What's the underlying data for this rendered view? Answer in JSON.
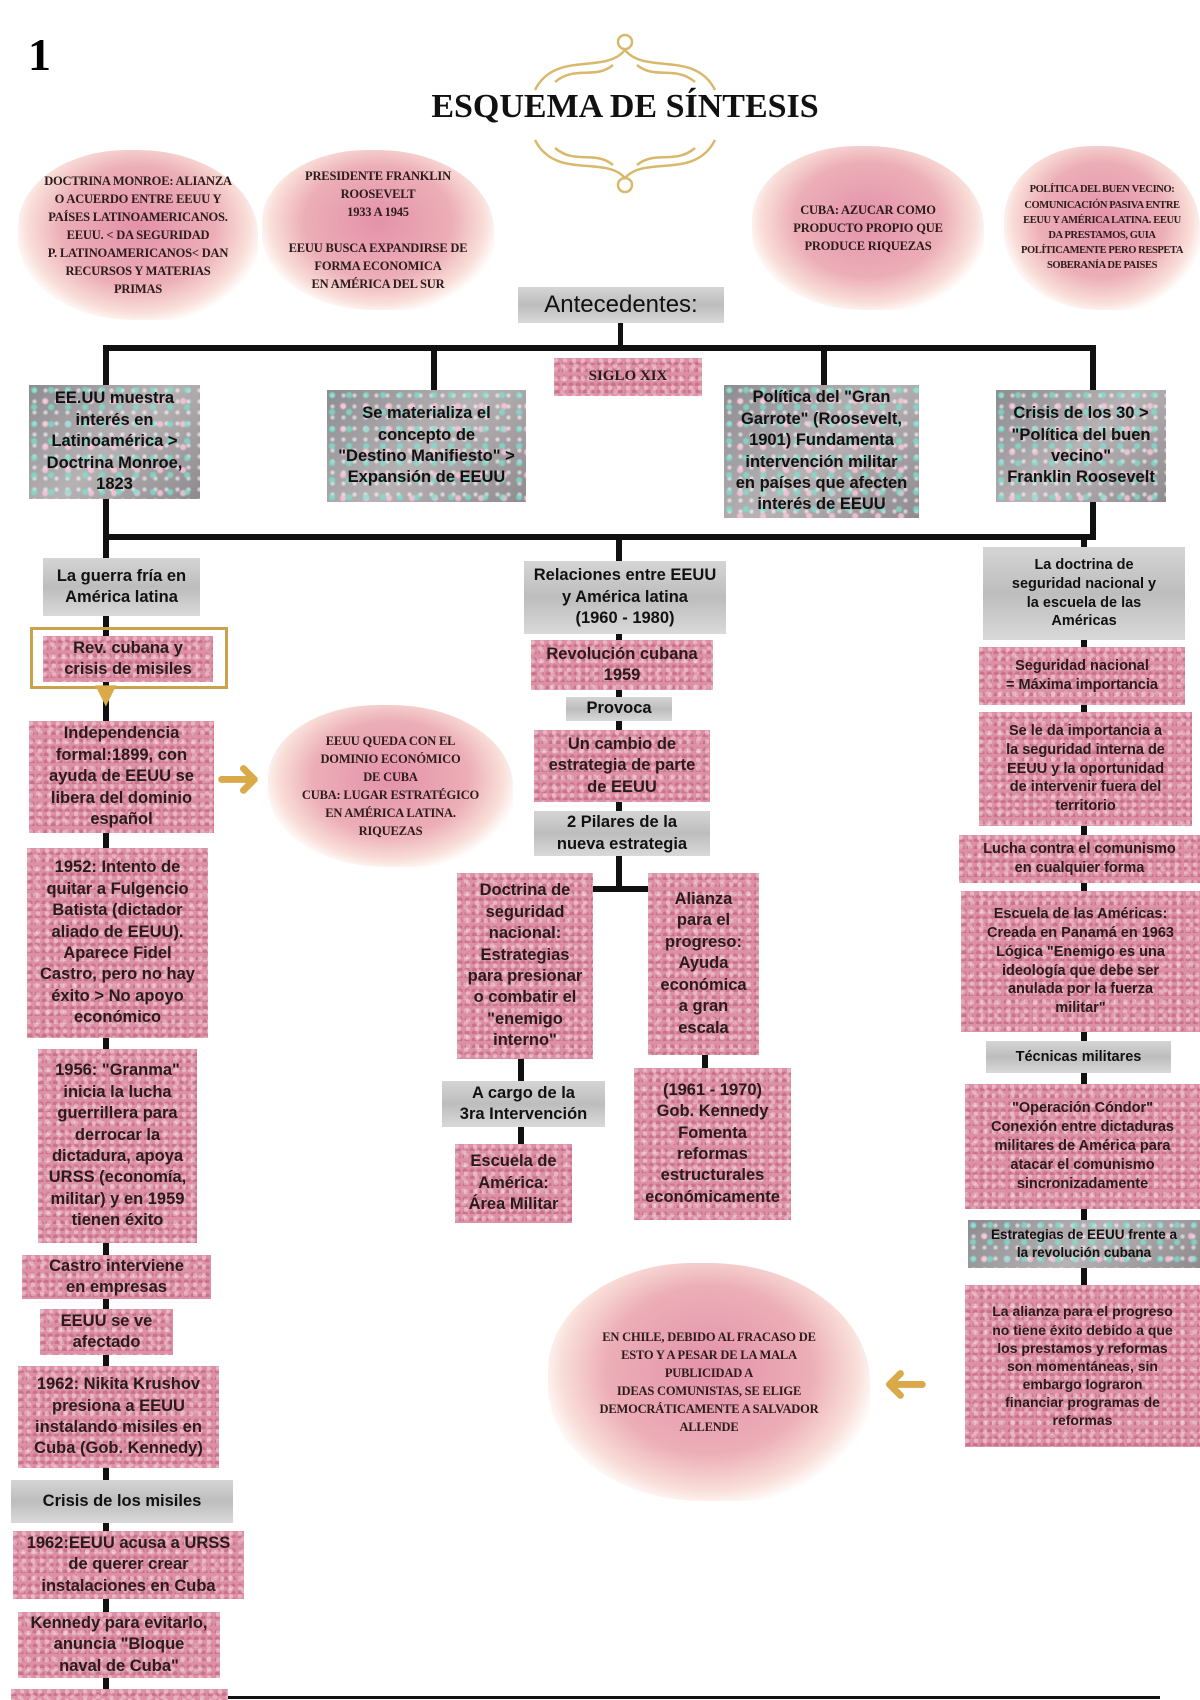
{
  "page_number": "1",
  "title": "ESQUEMA DE SÍNTESIS",
  "clouds": {
    "monroe": "DOCTRINA MONROE: ALIANZA\nO ACUERDO ENTRE EEUU Y\nPAÍSES LATINOAMERICANOS.\nEEUU. < DA SEGURIDAD\nP. LATINOAMERICANOS< DAN\nRECURSOS Y MATERIAS\nPRIMAS",
    "roosevelt": "PRESIDENTE FRANKLIN\nROOSEVELT\n1933 A 1945\n\nEEUU BUSCA EXPANDIRSE DE\nFORMA ECONOMICA\nEN AMÉRICA DEL SUR",
    "cuba_azucar": "CUBA: AZUCAR COMO\nPRODUCTO PROPIO QUE\nPRODUCE RIQUEZAS",
    "buen_vecino": "POLÍTICA DEL BUEN VECINO:\nCOMUNICACIÓN PASIVA ENTRE\nEEUU Y AMÉRICA LATINA. EEUU\nDA PRESTAMOS, GUIA\nPOLÍTICAMENTE PERO RESPETA\nSOBERANÍA DE PAISES",
    "dominio_cuba": "EEUU QUEDA CON EL\nDOMINIO ECONÓMICO\nDE CUBA\nCUBA: LUGAR ESTRATÉGICO\nEN  AMÉRICA LATINA.\nRIQUEZAS",
    "chile": "EN CHILE, DEBIDO AL FRACASO DE\nESTO Y A PESAR DE LA MALA\nPUBLICIDAD A\nIDEAS COMUNISTAS, SE ELIGE\nDEMOCRÁTICAMENTE A SALVADOR\nALLENDE"
  },
  "antecedentes": {
    "label": "Antecedentes:",
    "siglo": "SIGLO XIX",
    "items": [
      "EE.UU muestra\ninterés en\nLatinoamérica >\nDoctrina Monroe,\n1823",
      "Se materializa el\nconcepto de\n\"Destino Manifiesto\" >\nExpansión de EEUU",
      "Política del \"Gran\nGarrote\" (Roosevelt,\n1901) Fundamenta\nintervención militar\nen países que afecten\ninterés de EEUU",
      "Crisis de los 30 >\n\"Política del buen\nvecino\"\nFranklin Roosevelt"
    ]
  },
  "left": {
    "header": "La guerra fría en\nAmérica latina",
    "rev": "Rev. cubana y\ncrisis de misiles",
    "items": [
      "Independencia\nformal:1899, con\nayuda de  EEUU se\nlibera del dominio\nespañol",
      "1952: Intento de\nquitar a Fulgencio\nBatista (dictador\naliado de EEUU).\nAparece Fidel\nCastro, pero no hay\néxito > No apoyo\neconómico",
      "1956: \"Granma\"\ninicia la lucha\nguerrillera para\nderrocar la\ndictadura, apoya\nURSS (economía,\nmilitar) y en 1959\ntienen éxito",
      "Castro interviene\nen empresas",
      "EEUU se ve\nafectado",
      "1962: Nikita Krushov\npresiona a EEUU\ninstalando misiles en\nCuba (Gob. Kennedy)"
    ],
    "crisis": "Crisis de los misiles",
    "crisis_items": [
      "1962:EEUU acusa a URSS\nde querer crear\ninstalaciones en Cuba",
      "Kennedy para evitarlo,\nanuncia  \"Bloque\nnaval de Cuba\""
    ]
  },
  "center": {
    "header": "Relaciones entre EEUU\ny América latina\n(1960 - 1980)",
    "rev": "Revolución cubana\n1959",
    "provoca": "Provoca",
    "cambio": "Un cambio de\nestrategia de parte\nde EEUU",
    "pilares": "2 Pilares de la\nnueva estrategia",
    "doctrina": "Doctrina de\nseguridad\nnacional:\nEstrategias\npara presionar\no combatir el\n\"enemigo\ninterno\"",
    "alianza": "Alianza\npara el\nprogreso:\nAyuda\neconómica\na gran\nescala",
    "a_cargo": "A cargo de la\n3ra Intervención",
    "escuela": "Escuela de\nAmérica:\nÁrea Militar",
    "kennedy": "(1961 - 1970)\nGob. Kennedy\nFomenta\nreformas\nestructurales\neconómicamente"
  },
  "right": {
    "header": "La doctrina de\nseguridad nacional y\nla escuela de las\nAméricas",
    "items": [
      "Seguridad nacional\n= Máxima importancia",
      "Se le da importancia a\nla seguridad interna de\nEEUU y la oportunidad\nde intervenir fuera del\nterritorio",
      "Lucha contra el comunismo\nen cualquier forma",
      "Escuela de las Américas:\nCreada en Panamá en 1963\nLógica \"Enemigo es una\nideología que debe ser\nanulada por la fuerza\nmilitar\""
    ],
    "tecnicas": "Técnicas militares",
    "condor": "\"Operación Cóndor\"\nConexión entre dictaduras\nmilitares de América para\natacar el comunismo\nsincronizadamente",
    "estrategias": "Estrategias de EEUU frente a\nla revolución cubana",
    "alianza_fracaso": "La alianza para el progreso\nno tiene éxito debido a que\nlos prestamos y reformas\nson momentáneas, sin\nembargo lograron\nfinanciar programas de\nreformas"
  },
  "colors": {
    "pink": "#dc8fa5",
    "gold": "#d9a94a",
    "line": "#111111"
  }
}
